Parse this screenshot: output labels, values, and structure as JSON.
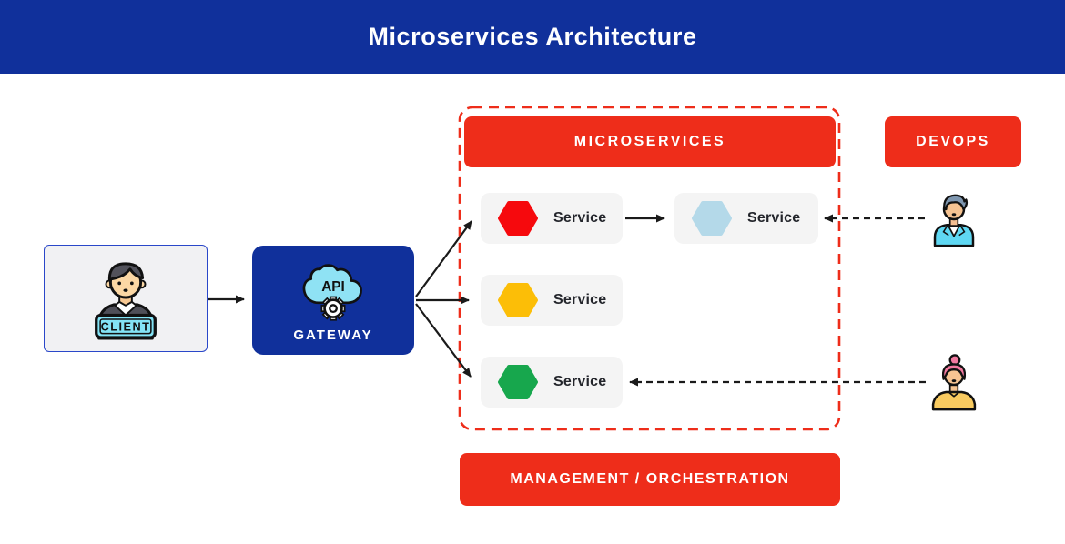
{
  "header": {
    "title": "Microservices Architecture"
  },
  "client": {
    "label": "CLIENT"
  },
  "gateway": {
    "icon_label": "API",
    "label": "GATEWAY"
  },
  "microservices": {
    "title": "MICROSERVICES",
    "services": [
      {
        "label": "Service",
        "hex_color": "#F6090D"
      },
      {
        "label": "Service",
        "hex_color": "#B4D9E9"
      },
      {
        "label": "Service",
        "hex_color": "#FCBE07"
      },
      {
        "label": "Service",
        "hex_color": "#17A74D"
      }
    ]
  },
  "devops": {
    "label": "DEVOPS"
  },
  "management": {
    "label": "MANAGEMENT / ORCHESTRATION"
  },
  "colors": {
    "header_bg": "#10309B",
    "gateway_bg": "#10309B",
    "accent_red": "#EE2D1A",
    "dashed_boundary": "#EE2D1A",
    "service_box_bg": "#F4F4F4",
    "client_box_bg": "#F1F1F3",
    "client_box_border": "#2A47C9",
    "arrow": "#1A1A1A",
    "title_text": "#FFFFFF",
    "service_text": "#23252B"
  }
}
